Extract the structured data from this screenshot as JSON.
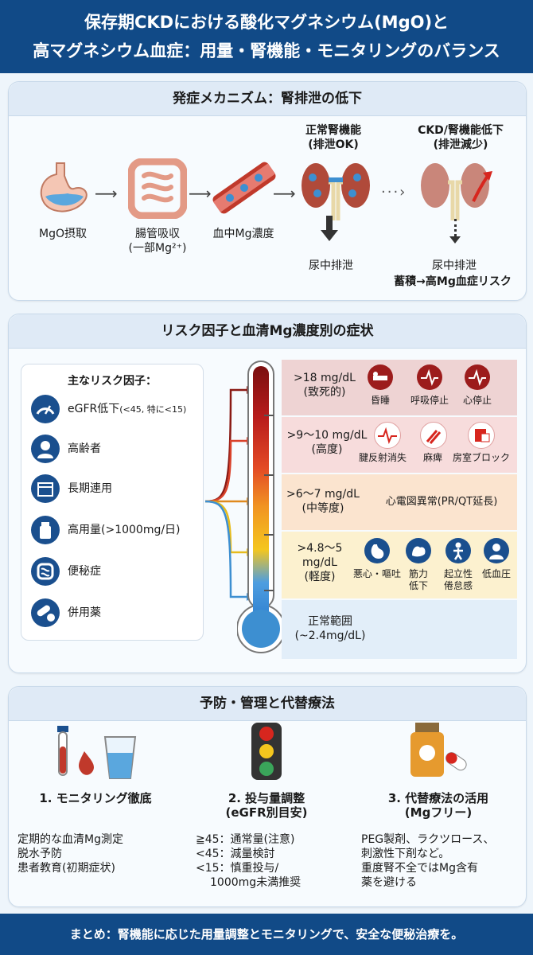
{
  "header": {
    "line1": "保存期CKDにおける酸化マグネシウム(MgO)と",
    "line2": "高マグネシウム血症：用量・腎機能・モニタリングのバランス"
  },
  "mechanism": {
    "title": "発症メカニズム：腎排泄の低下",
    "steps": {
      "intake": "MgO摂取",
      "absorb1": "腸管吸収",
      "absorb2": "(一部Mg²⁺)",
      "blood": "血中Mg濃度"
    },
    "normal": {
      "l1": "正常腎機能",
      "l2": "(排泄OK)",
      "urine": "尿中排泄"
    },
    "ckd": {
      "l1": "CKD/腎機能低下",
      "l2": "(排泄減少)",
      "urine": "尿中排泄",
      "risk": "蓄積→高Mg血症リスク"
    }
  },
  "risk": {
    "title": "リスク因子と血清Mg濃度別の症状",
    "box_title": "主なリスク因子：",
    "factors": [
      {
        "label": "eGFR低下",
        "small": "(<45, 特に<15)",
        "icon": "gauge-icon"
      },
      {
        "label": "高齢者",
        "icon": "elderly-icon"
      },
      {
        "label": "長期連用",
        "icon": "calendar-icon"
      },
      {
        "label": "高用量(>1000mg/日)",
        "icon": "medicine-bottle-icon"
      },
      {
        "label": "便秘症",
        "icon": "intestine-icon"
      },
      {
        "label": "併用薬",
        "icon": "pills-icon"
      }
    ],
    "levels": [
      {
        "range": ">18 mg/dL",
        "severity": "(致死的)",
        "symptoms": [
          "昏睡",
          "呼吸停止",
          "心停止"
        ],
        "color": "#eed3d3"
      },
      {
        "range": ">9〜10 mg/dL",
        "severity": "(高度)",
        "symptoms": [
          "腱反射消失",
          "麻痺",
          "房室ブロック"
        ],
        "color": "#f7dcdc"
      },
      {
        "range": ">6〜7 mg/dL",
        "severity": "(中等度)",
        "text": "心電図異常(PR/QT延長)",
        "color": "#fbe4cf"
      },
      {
        "range": ">4.8〜5",
        "range2": "mg/dL",
        "severity": "(軽度)",
        "symptoms": [
          "悪心・嘔吐",
          "筋力\n低下",
          "起立性\n倦怠感",
          "低血圧"
        ],
        "color": "#fcf1cf"
      },
      {
        "range": "正常範囲",
        "severity": "(~2.4mg/dL)",
        "color": "#e2eef9"
      }
    ]
  },
  "management": {
    "title": "予防・管理と代替療法",
    "cols": [
      {
        "heading": "1. モニタリング徹底",
        "lines": [
          "定期的な血清Mg測定",
          "脱水予防",
          "患者教育(初期症状)"
        ]
      },
      {
        "heading": "2. 投与量調整",
        "heading2": "(eGFR別目安)",
        "lines": [
          "≧45：通常量(注意)",
          "<45：減量検討",
          "<15：慎重投与/",
          "1000mg未満推奨"
        ]
      },
      {
        "heading": "3. 代替療法の活用",
        "heading2": "(Mgフリー)",
        "lines": [
          "PEG製剤、ラクツロース、",
          "刺激性下剤など。",
          "重度腎不全ではMg含有",
          "薬を避ける"
        ]
      }
    ]
  },
  "footer": "まとめ：腎機能に応じた用量調整とモニタリングで、安全な便秘治療を。",
  "colors": {
    "brand": "#114a87",
    "danger": "#9c1c1c",
    "kidney": "#b04a3a"
  }
}
